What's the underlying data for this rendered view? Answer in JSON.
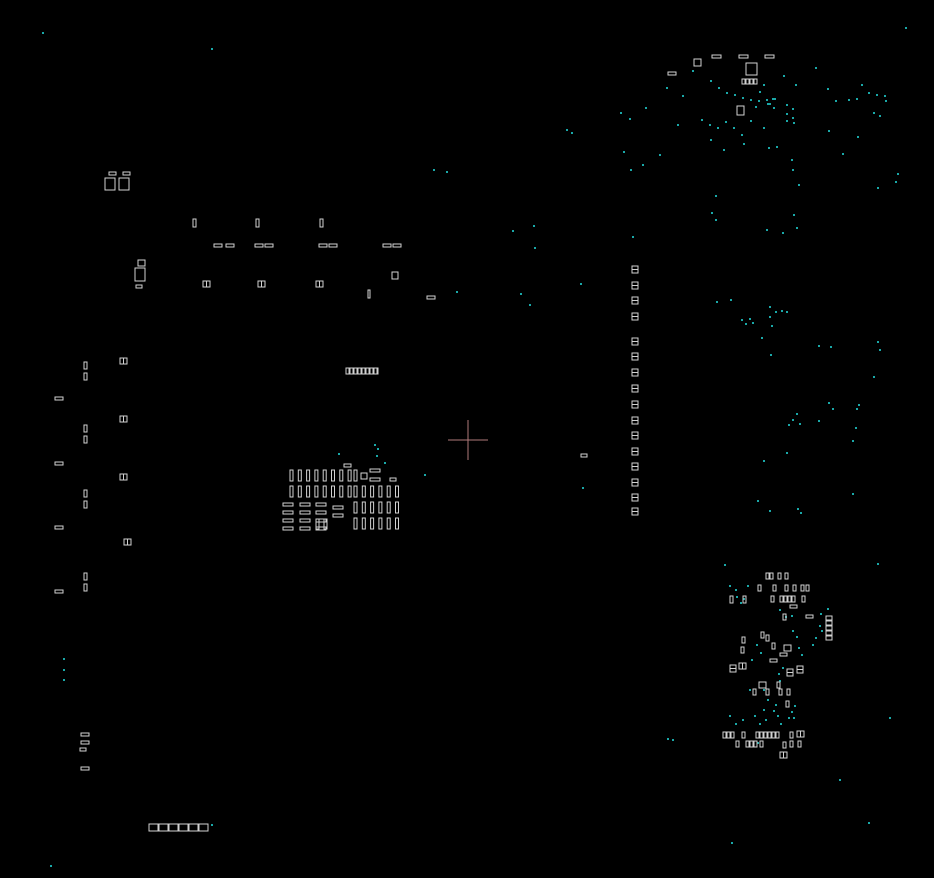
{
  "colors": {
    "background": "#000000",
    "component_outline": "#d2d2d2",
    "via": "#1aa8a8",
    "crosshair": "#b07a7a"
  },
  "crosshair": {
    "name": "cursor-crosshair"
  },
  "layers": {
    "components": "component-footprints",
    "vias": "via-dots"
  }
}
